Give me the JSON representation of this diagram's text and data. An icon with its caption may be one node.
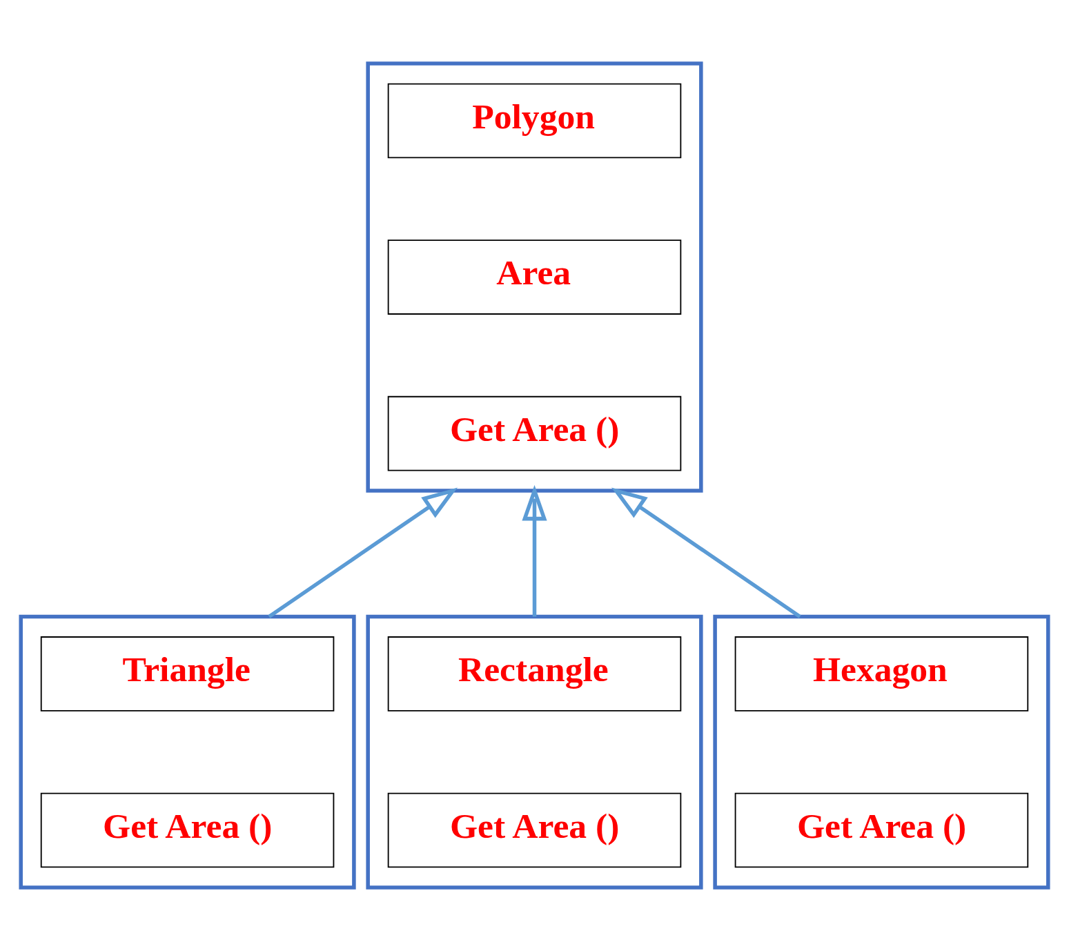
{
  "diagram": {
    "nodes": [
      {
        "text": [],
        "shape": "box"
      },
      {
        "text": [
          "Polygon"
        ],
        "in": 0
      },
      {
        "text": [
          "Area"
        ],
        "in": 0
      },
      {
        "text": [
          "Get Area ()"
        ],
        "in": 0
      },
      {
        "text": [],
        "shape": "box"
      },
      {
        "text": [
          "Triangle"
        ],
        "in": 4
      },
      {
        "text": [
          "Get Area ()"
        ],
        "in": 4
      },
      {
        "text": [],
        "shape": "box"
      },
      {
        "text": [
          "Rectangle"
        ],
        "in": 7
      },
      {
        "text": [
          "Get Area ()"
        ],
        "in": 7
      },
      {
        "text": [],
        "shape": "box"
      },
      {
        "text": [
          "Hexagon"
        ],
        "in": 10
      },
      {
        "text": [
          "Get Area ()"
        ],
        "in": 10
      }
    ],
    "edges": [
      {
        "from": 4,
        "to": 0,
        "arrow": "to",
        "color": "#5b9bd5"
      },
      {
        "from": 7,
        "to": 0,
        "arrow": "to",
        "color": "#5b9bd5"
      },
      {
        "from": 10,
        "to": 0,
        "arrow": "to",
        "color": "#5b9bd5"
      }
    ]
  }
}
